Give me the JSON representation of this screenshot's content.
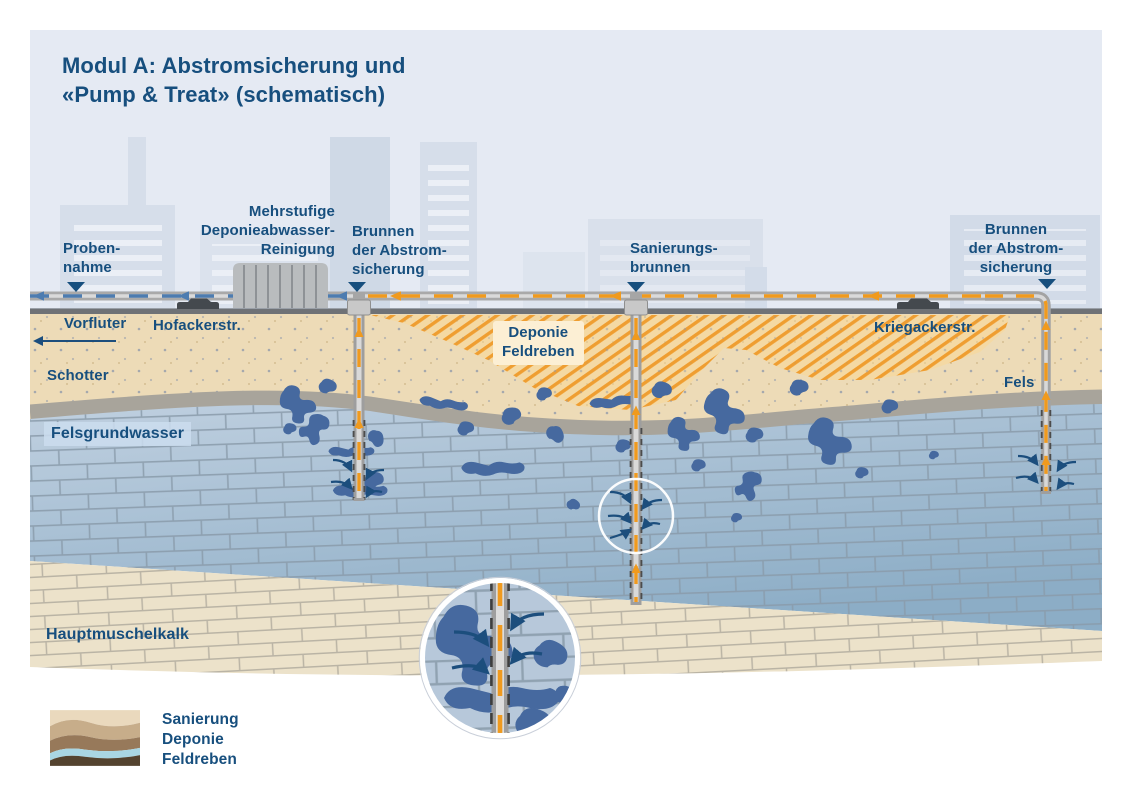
{
  "title": {
    "prefix": "Modul A:",
    "line1_rest": " Abstromsicherung und",
    "line2": "«Pump & Treat» (schematisch)"
  },
  "labels": {
    "probennahme": "Proben-\nnahme",
    "treatment": "Mehrstufige\nDeponieabwasser-\nReinigung",
    "well_west": "Brunnen\nder Abstrom-\nsicherung",
    "sanierungsbrunnen": "Sanierungs-\nbrunnen",
    "well_east": "Brunnen\nder Abstrom-\nsicherung",
    "vorfluter": "Vorfluter",
    "hofackerstr": "Hofackerstr.",
    "schotter": "Schotter",
    "deponie": "Deponie\nFeldreben",
    "kriegackerstr": "Kriegackerstr.",
    "felsgrundwasser": "Felsgrundwasser",
    "fels": "Fels",
    "hauptmuschelkalk": "Hauptmuschelkalk"
  },
  "logo": {
    "text": "Sanierung\nDeponie\nFeldreben"
  },
  "colors": {
    "label_text": "#174f7e",
    "pipe_flow_orange": "#f09a1e",
    "treated_flow_blue": "#4d7cb0",
    "inflow_arrow_blue": "#1c4e7d",
    "sky": "#e5eaf3",
    "schotter_tan": "#eddbb7",
    "landfill_orange": "#f4d9a4",
    "rock_water_light": "#c0d0e0",
    "rock_water_dark": "#8cadc6",
    "contamination_blue": "#46699f",
    "muschelkalk_beige": "#ece2ca"
  }
}
